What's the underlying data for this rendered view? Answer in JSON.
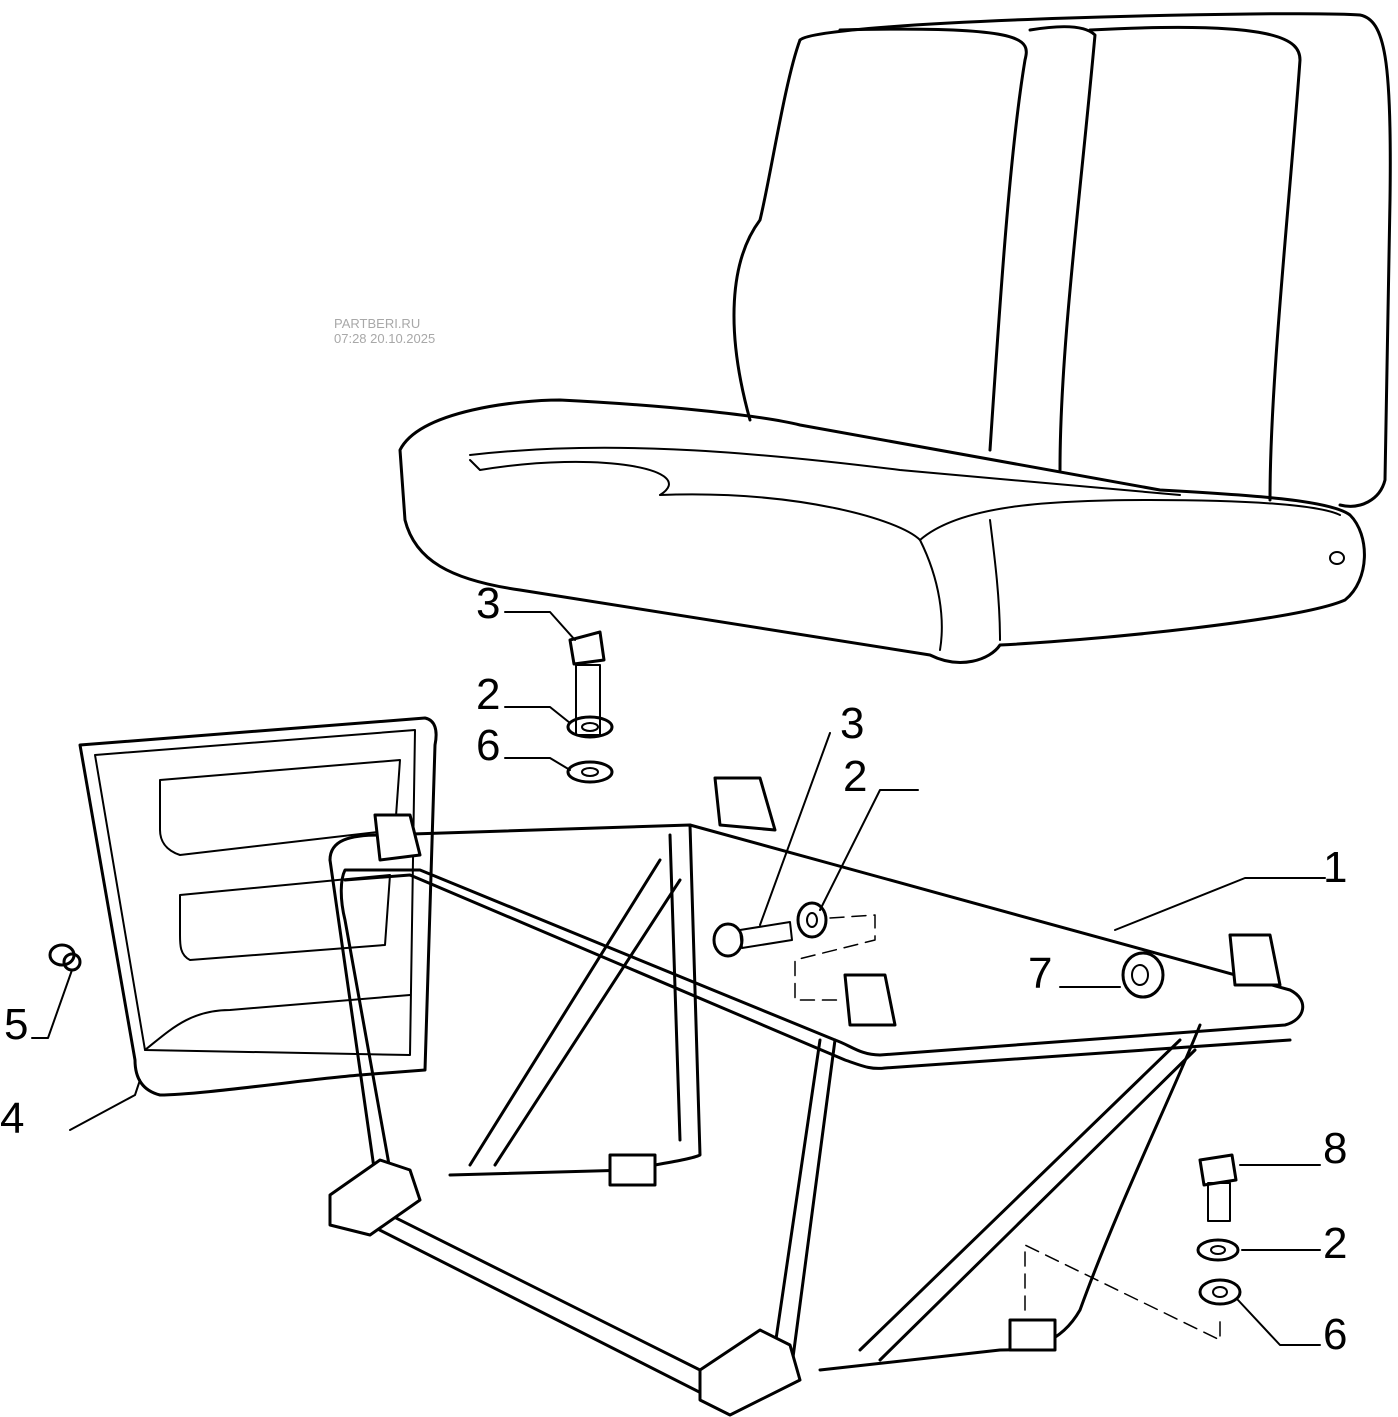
{
  "watermark": {
    "site": "PARTBERI.RU",
    "timestamp": "07:28 20.10.2025"
  },
  "callouts": [
    {
      "id": "bolt-top",
      "label": "3"
    },
    {
      "id": "washer-top",
      "label": "2"
    },
    {
      "id": "washer2-top",
      "label": "6"
    },
    {
      "id": "bolt-mid",
      "label": "3"
    },
    {
      "id": "washer-mid",
      "label": "2"
    },
    {
      "id": "frame",
      "label": "1"
    },
    {
      "id": "bushing",
      "label": "7"
    },
    {
      "id": "plug",
      "label": "5"
    },
    {
      "id": "panel",
      "label": "4"
    },
    {
      "id": "bolt-bottom",
      "label": "8"
    },
    {
      "id": "washer-bottom",
      "label": "2"
    },
    {
      "id": "washer2-bottom",
      "label": "6"
    }
  ]
}
